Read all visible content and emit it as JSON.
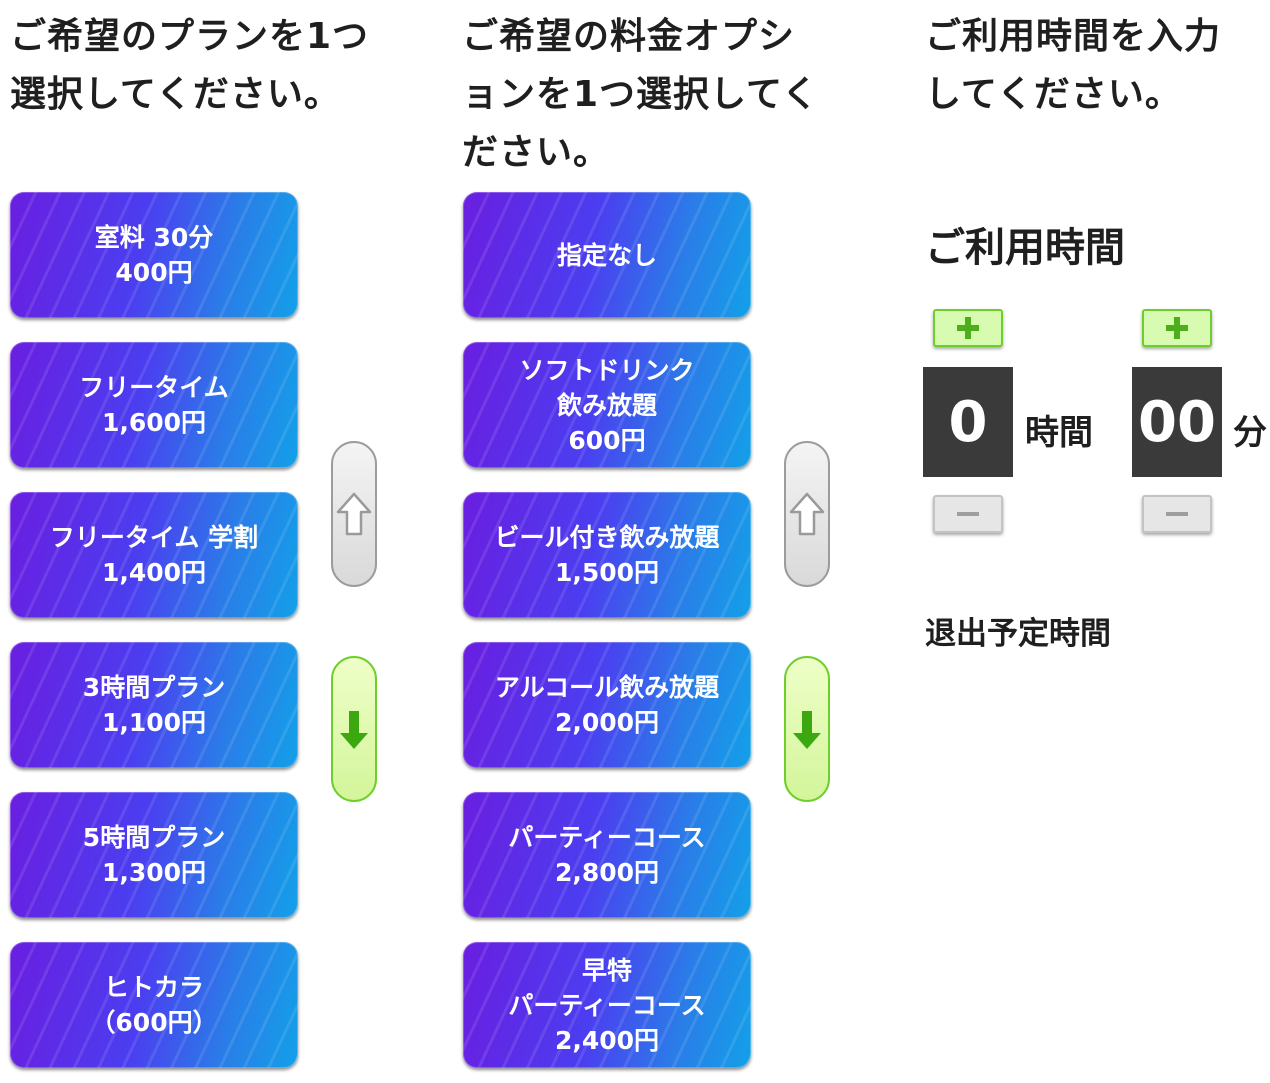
{
  "plans": {
    "heading": "ご希望のプランを1つ\n選択してください。",
    "items": [
      {
        "label": "室料 30分\n400円"
      },
      {
        "label": "フリータイム\n1,600円"
      },
      {
        "label": "フリータイム 学割\n1,400円"
      },
      {
        "label": "3時間プラン\n1,100円"
      },
      {
        "label": "5時間プラン\n1,300円"
      },
      {
        "label": "ヒトカラ\n（600円）"
      }
    ]
  },
  "options": {
    "heading": "ご希望の料金オプシ\nョンを1つ選択してく\nださい。",
    "items": [
      {
        "label": "指定なし"
      },
      {
        "label": "ソフトドリンク\n飲み放題\n600円"
      },
      {
        "label": "ビール付き飲み放題\n1,500円"
      },
      {
        "label": "アルコール飲み放題\n2,000円"
      },
      {
        "label": "パーティーコース\n2,800円"
      },
      {
        "label": "早特\nパーティーコース\n2,400円"
      }
    ]
  },
  "usage": {
    "heading": "ご利用時間を入力\nしてください。",
    "subheading": "ご利用時間",
    "hours": {
      "value": "0",
      "unit": "時間"
    },
    "minutes": {
      "value": "00",
      "unit": "分"
    },
    "exit_label": "退出予定時間"
  },
  "icons": {
    "scroll_up": "arrow-up-outline-icon",
    "scroll_down": "arrow-down-icon",
    "increment": "plus-icon",
    "decrement": "minus-icon"
  },
  "colors": {
    "button_gradient_start": "#6a1ee0",
    "button_gradient_end": "#13a0e8",
    "scroll_down_accent": "#3aa80e",
    "plus_accent": "#4caf1a",
    "counter_bg": "#3a3a3a"
  }
}
